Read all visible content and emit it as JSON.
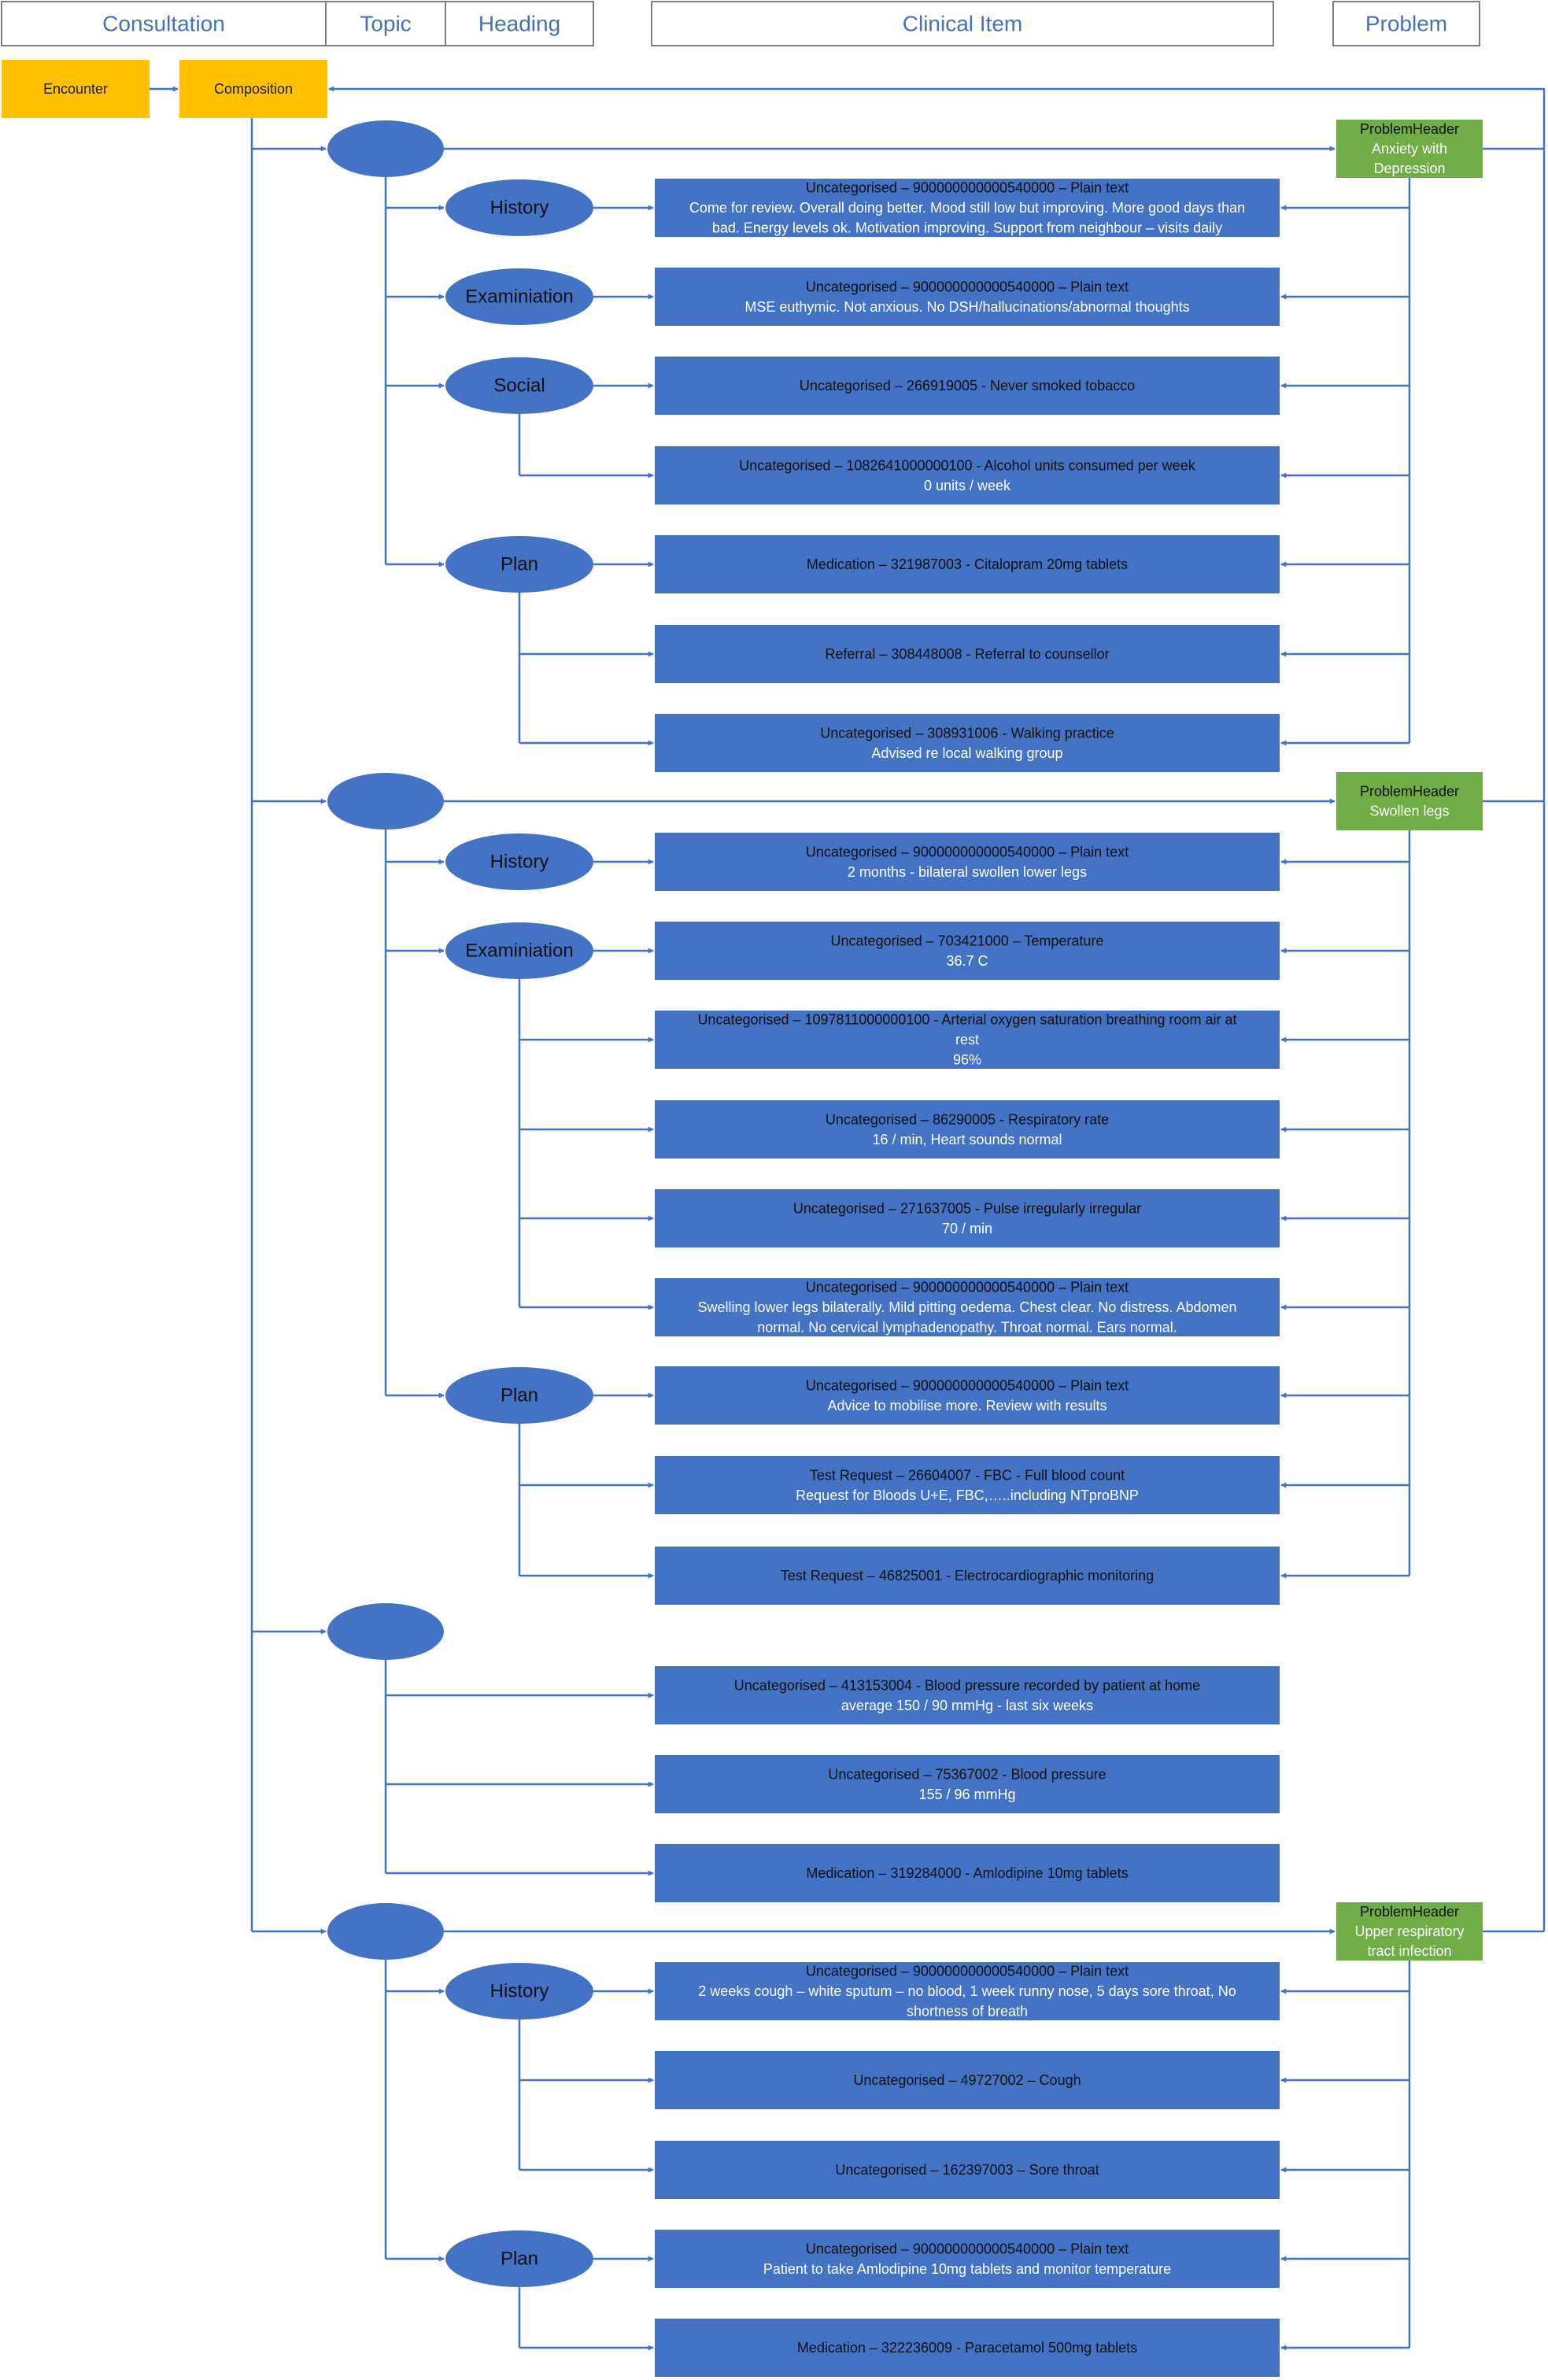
{
  "headers": {
    "consultation": "Consultation",
    "topic": "Topic",
    "heading": "Heading",
    "clinical_item": "Clinical Item",
    "problem": "Problem"
  },
  "encounter": "Encounter",
  "composition": "Composition",
  "colors": {
    "header_text": "#4a6fb5",
    "orange": "#ffc000",
    "blue": "#4472c4",
    "green": "#70ad47",
    "line": "#4472c4"
  },
  "problems": [
    {
      "lines": [
        "ProblemHeader",
        "Anxiety with",
        "Depression"
      ]
    },
    {
      "lines": [
        "ProblemHeader",
        "Swollen legs"
      ]
    },
    {
      "lines": [
        "ProblemHeader",
        "Upper respiratory",
        "tract infection"
      ]
    }
  ],
  "headings": [
    "History",
    "Examiniation",
    "Social",
    "Plan",
    "History",
    "Examiniation",
    "Plan",
    "History",
    "Plan"
  ],
  "items": [
    {
      "lines": [
        "Uncategorised – 900000000000540000 – Plain text",
        "Come for review. Overall doing better. Mood still low but improving. More good days than",
        "bad. Energy levels ok. Motivation improving. Support from neighbour – visits daily"
      ]
    },
    {
      "lines": [
        "Uncategorised – 900000000000540000 – Plain text",
        "MSE euthymic. Not anxious. No DSH/hallucinations/abnormal thoughts"
      ]
    },
    {
      "lines": [
        "Uncategorised – 266919005 - Never smoked tobacco"
      ]
    },
    {
      "lines": [
        "Uncategorised – 1082641000000100 - Alcohol units consumed per week",
        "0 units / week"
      ]
    },
    {
      "lines": [
        "Medication – 321987003 - Citalopram 20mg tablets"
      ]
    },
    {
      "lines": [
        "Referral – 308448008 - Referral to counsellor"
      ]
    },
    {
      "lines": [
        "Uncategorised – 308931006 - Walking practice",
        "Advised re local walking group"
      ]
    },
    {
      "lines": [
        "Uncategorised – 900000000000540000 – Plain text",
        "2 months - bilateral swollen lower legs"
      ]
    },
    {
      "lines": [
        "Uncategorised – 703421000 – Temperature",
        "36.7 C"
      ]
    },
    {
      "lines": [
        "Uncategorised – 1097811000000100 - Arterial oxygen saturation breathing room air at",
        "rest",
        "96%"
      ]
    },
    {
      "lines": [
        "Uncategorised – 86290005 - Respiratory rate",
        "16 / min, Heart sounds normal"
      ]
    },
    {
      "lines": [
        "Uncategorised – 271637005 - Pulse irregularly irregular",
        "70 / min"
      ]
    },
    {
      "lines": [
        "Uncategorised – 900000000000540000 – Plain text",
        "Swelling lower legs bilaterally. Mild pitting oedema. Chest clear. No distress. Abdomen",
        "normal. No cervical lymphadenopathy. Throat normal. Ears normal."
      ]
    },
    {
      "lines": [
        "Uncategorised – 900000000000540000 – Plain text",
        "Advice to mobilise more. Review with results"
      ]
    },
    {
      "lines": [
        "Test Request – 26604007 - FBC - Full blood count",
        "Request for Bloods U+E, FBC,…..including NTproBNP"
      ]
    },
    {
      "lines": [
        "Test Request – 46825001 - Electrocardiographic monitoring"
      ]
    },
    {
      "lines": [
        "Uncategorised – 413153004 - Blood pressure recorded by patient at home",
        "average 150 / 90 mmHg - last six weeks"
      ]
    },
    {
      "lines": [
        "Uncategorised – 75367002 - Blood pressure",
        "155 / 96 mmHg"
      ]
    },
    {
      "lines": [
        "Medication – 319284000 - Amlodipine 10mg tablets"
      ]
    },
    {
      "lines": [
        "Uncategorised – 900000000000540000 – Plain text",
        "2 weeks cough – white sputum – no blood, 1 week runny nose, 5 days sore throat, No",
        "shortness of breath"
      ]
    },
    {
      "lines": [
        "Uncategorised – 49727002 – Cough"
      ]
    },
    {
      "lines": [
        "Uncategorised – 162397003 – Sore throat"
      ]
    },
    {
      "lines": [
        "Uncategorised – 900000000000540000 – Plain text",
        "Patient to take Amlodipine 10mg tablets and monitor temperature"
      ]
    },
    {
      "lines": [
        "Medication – 322236009 - Paracetamol 500mg tablets"
      ]
    }
  ]
}
